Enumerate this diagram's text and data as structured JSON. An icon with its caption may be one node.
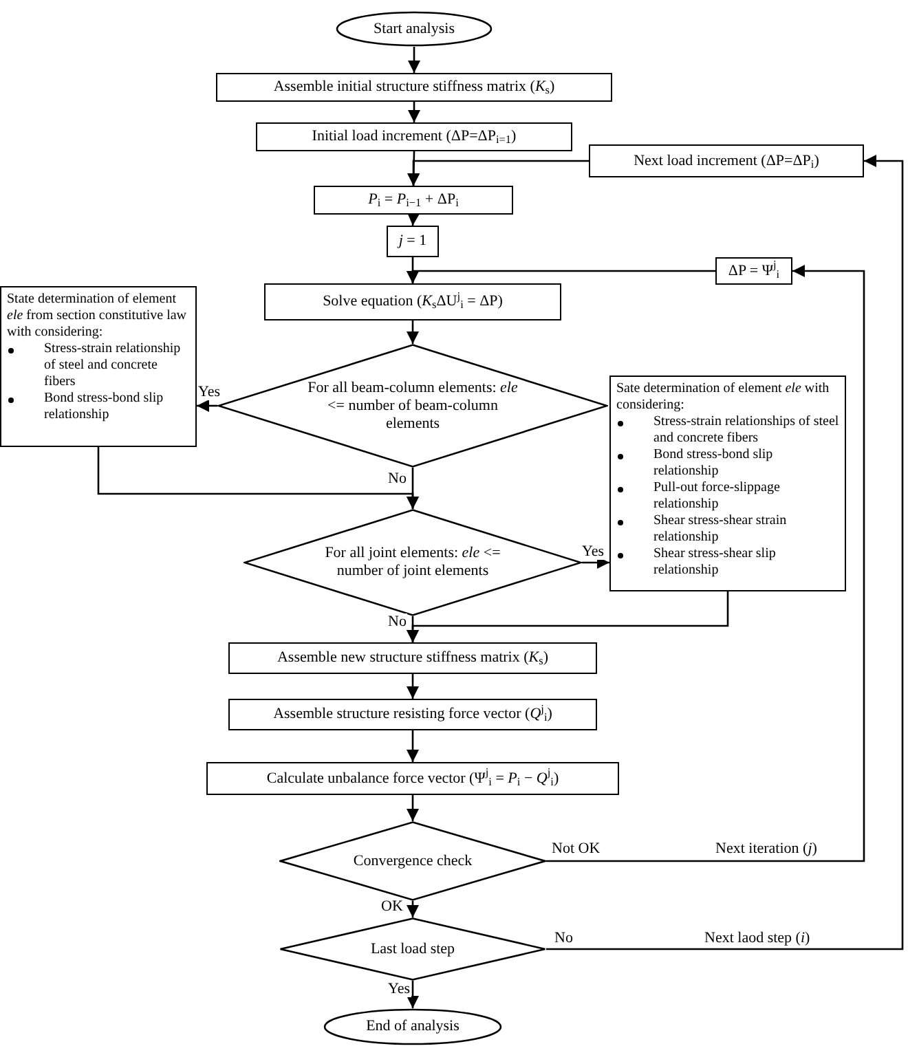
{
  "diagram": {
    "nodes": [
      {
        "text": [
          "Start analysis"
        ]
      },
      {
        "text": [
          "Assemble initial structure stiffness matrix (*K*$_{s}$)"
        ]
      },
      {
        "text": [
          "Initial load increment (ΔP=ΔP$_{i=1}$)"
        ]
      },
      {
        "text": [
          "Next load increment (ΔP=ΔP$_{i}$)"
        ]
      },
      {
        "text": [
          "*P*$_{i}$ = *P*$_{i−1}$ + ΔP$_{i}$"
        ]
      },
      {
        "text": [
          "*j* = 1"
        ]
      },
      {
        "text": [
          "ΔP = Ψ$^{j}$$_{i}$"
        ]
      },
      {
        "text": [
          "Solve equation (*K*$_{s}$ΔU$^{j}$$_{i}$ = ΔP)"
        ]
      },
      {
        "text": [
          "State determination of element *ele* from section constitutive law with considering:",
          "Stress-strain relationship of steel and concrete fibers",
          "Bond stress-bond slip relationship"
        ]
      },
      {
        "text": [
          "For all beam-column elements: *ele* <= number of beam-column elements"
        ]
      },
      {
        "text": [
          "Sate determination of element *ele* with considering:",
          "Stress-strain relationships of steel and concrete fibers",
          "Bond stress-bond slip relationship",
          "Pull-out force-slippage relationship",
          "Shear stress-shear strain relationship",
          "Shear stress-shear slip relationship"
        ]
      },
      {
        "text": [
          "For all joint elements: *ele* <= number of joint elements"
        ]
      },
      {
        "text": [
          "Assemble new structure stiffness matrix (*K*$_{s}$)"
        ]
      },
      {
        "text": [
          "Assemble structure resisting force vector (*Q*$^{j}$$_{i}$)"
        ]
      },
      {
        "text": [
          "Calculate unbalance force vector (Ψ$^{j}$$_{i}$ = *P*$_{i}$ − *Q*$^{j}$$_{i}$)"
        ]
      },
      {
        "text": [
          "Convergence check"
        ]
      },
      {
        "text": [
          "Last load step"
        ]
      },
      {
        "text": [
          "End of analysis"
        ]
      }
    ],
    "edges": [
      {
        "from": 0,
        "to": 1,
        "arrow": "to"
      },
      {
        "from": 1,
        "to": 2,
        "arrow": "to"
      },
      {
        "from": 2,
        "to": 4,
        "arrow": "to"
      },
      {
        "from": 3,
        "to": 4,
        "arrow": "to"
      },
      {
        "from": 4,
        "to": 5,
        "arrow": "to"
      },
      {
        "from": 5,
        "to": 7,
        "arrow": "to"
      },
      {
        "from": 6,
        "to": 7,
        "arrow": "to"
      },
      {
        "from": 7,
        "to": 9,
        "arrow": "to"
      },
      {
        "from": 9,
        "to": 8,
        "arrow": "to",
        "label": "Yes"
      },
      {
        "from": 8,
        "to": 11,
        "arrow": "to"
      },
      {
        "from": 9,
        "to": 11,
        "arrow": "to",
        "label": "No"
      },
      {
        "from": 11,
        "to": 10,
        "arrow": "to",
        "label": "Yes"
      },
      {
        "from": 10,
        "to": 12,
        "arrow": "to"
      },
      {
        "from": 11,
        "to": 12,
        "arrow": "to",
        "label": "No"
      },
      {
        "from": 12,
        "to": 13,
        "arrow": "to"
      },
      {
        "from": 13,
        "to": 14,
        "arrow": "to"
      },
      {
        "from": 14,
        "to": 15,
        "arrow": "to"
      },
      {
        "from": 15,
        "to": 6,
        "arrow": "to",
        "label": "Not OK"
      },
      {
        "from": 15,
        "to": 16,
        "arrow": "to",
        "label": "OK"
      },
      {
        "from": 16,
        "to": 3,
        "arrow": "to",
        "label": "No"
      },
      {
        "from": 16,
        "to": 17,
        "arrow": "to",
        "label": "Yes"
      }
    ],
    "labels": [
      "Next iteration (*j*)",
      "Next laod step (*i*)"
    ]
  }
}
